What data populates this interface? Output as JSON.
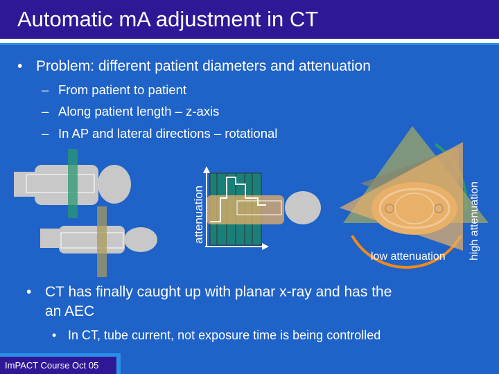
{
  "slide": {
    "title": "Automatic mA adjustment in CT",
    "bullet_main": "Problem: different patient diameters and attenuation",
    "sub_bullets": [
      "From patient to patient",
      "Along patient length – z-axis",
      "In AP and lateral directions – rotational"
    ],
    "bullet_second_line1": "CT has finally caught up with planar x-ray and has the",
    "bullet_second_line2": "an AEC",
    "bullet_third": "In CT, tube current, not exposure time is being controlled",
    "footer": "ImPACT Course Oct 05"
  },
  "figure": {
    "attenuation_axis_label": "attenuation",
    "low_label": "low attenuation",
    "high_label": "high attenuation"
  },
  "bullets": {
    "main_marker": "•",
    "sub_marker": "–"
  },
  "colors": {
    "background": "#1f62c8",
    "title_bar": "#2f1896",
    "accent_orange": "#f08a1c",
    "body_grey": "#c8c8c8"
  }
}
